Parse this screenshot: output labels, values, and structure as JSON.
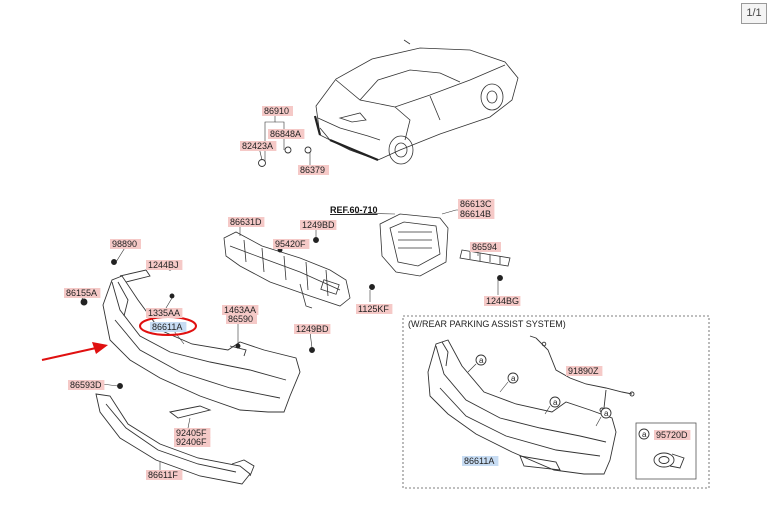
{
  "page_indicator": "1/1",
  "ref_label": "REF.60-710",
  "parking_assist": {
    "title": "(W/REAR PARKING ASSIST SYSTEM)",
    "callout_letter": "a"
  },
  "part_labels": [
    {
      "id": "p86910",
      "text": "86910"
    },
    {
      "id": "p86848A",
      "text": "86848A"
    },
    {
      "id": "p82423A",
      "text": "82423A"
    },
    {
      "id": "p86379",
      "text": "86379"
    },
    {
      "id": "p86631D",
      "text": "86631D"
    },
    {
      "id": "p1249BD_a",
      "text": "1249BD"
    },
    {
      "id": "p95420F",
      "text": "95420F"
    },
    {
      "id": "p86613C",
      "text": "86613C"
    },
    {
      "id": "p86614B",
      "text": "86614B"
    },
    {
      "id": "p86594",
      "text": "86594"
    },
    {
      "id": "p98890",
      "text": "98890"
    },
    {
      "id": "p1244BJ",
      "text": "1244BJ"
    },
    {
      "id": "p86155A",
      "text": "86155A"
    },
    {
      "id": "p1335AA",
      "text": "1335AA"
    },
    {
      "id": "p1463AA",
      "text": "1463AA"
    },
    {
      "id": "p86590",
      "text": "86590"
    },
    {
      "id": "p1125KF",
      "text": "1125KF"
    },
    {
      "id": "p1244BG",
      "text": "1244BG"
    },
    {
      "id": "p1249BD_b",
      "text": "1249BD"
    },
    {
      "id": "p86593D",
      "text": "86593D"
    },
    {
      "id": "p92405F",
      "text": "92405F"
    },
    {
      "id": "p92406F",
      "text": "92406F"
    },
    {
      "id": "p86611F",
      "text": "86611F"
    },
    {
      "id": "p91890Z",
      "text": "91890Z"
    },
    {
      "id": "p95720D",
      "text": "95720D"
    }
  ],
  "highlighted_labels": [
    {
      "id": "p86611A_main",
      "text": "86611A"
    },
    {
      "id": "p86611A_inset",
      "text": "86611A"
    }
  ],
  "colors": {
    "label_fill": "#f5c9c7",
    "highlight_fill": "#c7dcf3",
    "circle_highlight": "#e01010",
    "arrow": "#e01010",
    "line": "#333333"
  }
}
